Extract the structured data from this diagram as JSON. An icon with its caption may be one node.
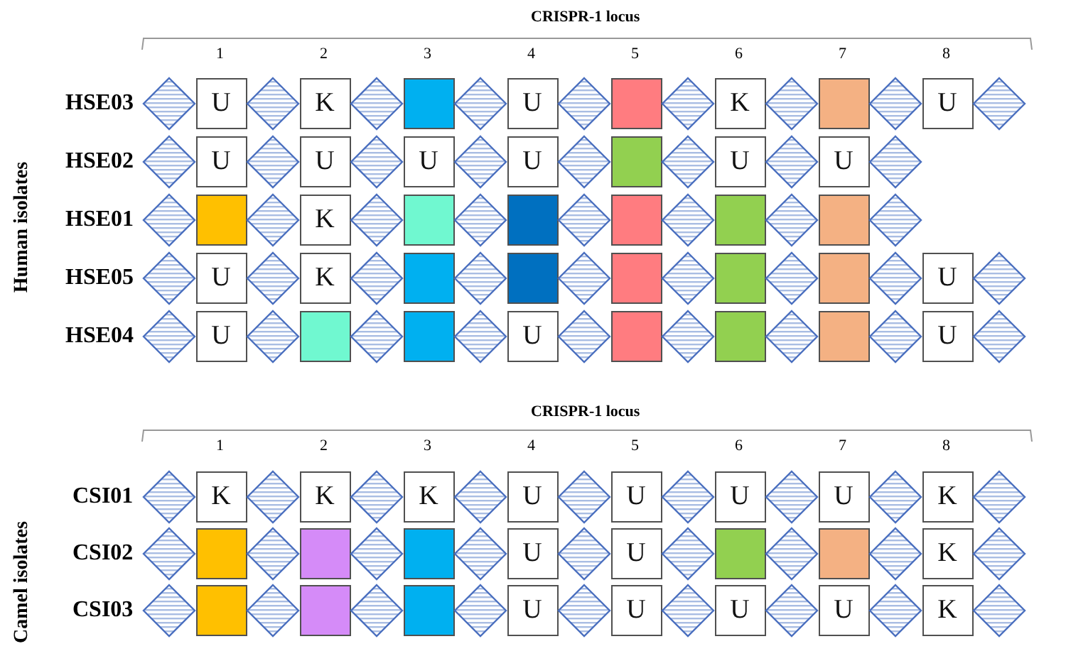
{
  "diagram": {
    "nodes": [
      {
        "text": [],
        "shape": "diamond"
      },
      {
        "text": [
          "U"
        ]
      },
      {
        "text": [],
        "shape": "diamond"
      },
      {
        "text": [
          "K"
        ]
      },
      {
        "text": [],
        "shape": "diamond"
      },
      {
        "text": [],
        "shape": "box"
      },
      {
        "text": [],
        "shape": "diamond"
      },
      {
        "text": [
          "U"
        ]
      },
      {
        "text": [],
        "shape": "diamond"
      },
      {
        "text": [],
        "shape": "box"
      },
      {
        "text": [],
        "shape": "diamond"
      },
      {
        "text": [
          "K"
        ]
      },
      {
        "text": [],
        "shape": "diamond"
      },
      {
        "text": [],
        "shape": "box"
      },
      {
        "text": [],
        "shape": "diamond"
      },
      {
        "text": [
          "U"
        ]
      },
      {
        "text": [],
        "shape": "diamond"
      },
      {
        "text": [],
        "shape": "diamond"
      },
      {
        "text": [
          "U"
        ]
      },
      {
        "text": [],
        "shape": "diamond"
      },
      {
        "text": [
          "U"
        ]
      },
      {
        "text": [],
        "shape": "diamond"
      },
      {
        "text": [
          "U"
        ]
      },
      {
        "text": [],
        "shape": "diamond"
      },
      {
        "text": [
          "U"
        ]
      },
      {
        "text": [],
        "shape": "diamond"
      },
      {
        "text": [],
        "shape": "box"
      },
      {
        "text": [],
        "shape": "diamond"
      },
      {
        "text": [
          "U"
        ]
      },
      {
        "text": [],
        "shape": "diamond"
      },
      {
        "text": [
          "U"
        ]
      },
      {
        "text": [],
        "shape": "diamond"
      },
      {
        "text": [],
        "shape": "diamond"
      },
      {
        "text": [],
        "shape": "box"
      },
      {
        "text": [],
        "shape": "diamond"
      },
      {
        "text": [
          "K"
        ]
      },
      {
        "text": [],
        "shape": "diamond"
      },
      {
        "text": [],
        "shape": "box"
      },
      {
        "text": [],
        "shape": "diamond"
      },
      {
        "text": [],
        "shape": "box"
      },
      {
        "text": [],
        "shape": "diamond"
      },
      {
        "text": [],
        "shape": "box"
      },
      {
        "text": [],
        "shape": "diamond"
      },
      {
        "text": [],
        "shape": "box"
      },
      {
        "text": [],
        "shape": "diamond"
      },
      {
        "text": [],
        "shape": "box"
      },
      {
        "text": [],
        "shape": "diamond"
      },
      {
        "text": [],
        "shape": "diamond"
      },
      {
        "text": [
          "U"
        ]
      },
      {
        "text": [],
        "shape": "diamond"
      },
      {
        "text": [
          "K"
        ]
      },
      {
        "text": [],
        "shape": "diamond"
      },
      {
        "text": [],
        "shape": "box"
      },
      {
        "text": [],
        "shape": "diamond"
      },
      {
        "text": [],
        "shape": "box"
      },
      {
        "text": [],
        "shape": "diamond"
      },
      {
        "text": [],
        "shape": "box"
      },
      {
        "text": [],
        "shape": "diamond"
      },
      {
        "text": [],
        "shape": "box"
      },
      {
        "text": [],
        "shape": "diamond"
      },
      {
        "text": [],
        "shape": "box"
      },
      {
        "text": [],
        "shape": "diamond"
      },
      {
        "text": [
          "U"
        ]
      },
      {
        "text": [],
        "shape": "diamond"
      },
      {
        "text": [],
        "shape": "diamond"
      },
      {
        "text": [
          "U"
        ]
      },
      {
        "text": [],
        "shape": "diamond"
      },
      {
        "text": [],
        "shape": "box"
      },
      {
        "text": [],
        "shape": "diamond"
      },
      {
        "text": [],
        "shape": "box"
      },
      {
        "text": [],
        "shape": "diamond"
      },
      {
        "text": [
          "U"
        ]
      },
      {
        "text": [],
        "shape": "diamond"
      },
      {
        "text": [],
        "shape": "box"
      },
      {
        "text": [],
        "shape": "diamond"
      },
      {
        "text": [],
        "shape": "box"
      },
      {
        "text": [],
        "shape": "diamond"
      },
      {
        "text": [],
        "shape": "box"
      },
      {
        "text": [],
        "shape": "diamond"
      },
      {
        "text": [
          "U"
        ]
      },
      {
        "text": [],
        "shape": "diamond"
      },
      {
        "text": [],
        "shape": "diamond"
      },
      {
        "text": [
          "K"
        ]
      },
      {
        "text": [],
        "shape": "diamond"
      },
      {
        "text": [
          "K"
        ]
      },
      {
        "text": [],
        "shape": "diamond"
      },
      {
        "text": [
          "K"
        ]
      },
      {
        "text": [],
        "shape": "diamond"
      },
      {
        "text": [
          "U"
        ]
      },
      {
        "text": [],
        "shape": "diamond"
      },
      {
        "text": [
          "U"
        ]
      },
      {
        "text": [],
        "shape": "diamond"
      },
      {
        "text": [
          "U"
        ]
      },
      {
        "text": [],
        "shape": "diamond"
      },
      {
        "text": [
          "U"
        ]
      },
      {
        "text": [],
        "shape": "diamond"
      },
      {
        "text": [
          "K"
        ]
      },
      {
        "text": [],
        "shape": "diamond"
      },
      {
        "text": [],
        "shape": "diamond"
      },
      {
        "text": [],
        "shape": "box"
      },
      {
        "text": [],
        "shape": "diamond"
      },
      {
        "text": [],
        "shape": "box"
      },
      {
        "text": [],
        "shape": "diamond"
      },
      {
        "text": [],
        "shape": "box"
      },
      {
        "text": [],
        "shape": "diamond"
      },
      {
        "text": [
          "U"
        ]
      },
      {
        "text": [],
        "shape": "diamond"
      },
      {
        "text": [
          "U"
        ]
      },
      {
        "text": [],
        "shape": "diamond"
      },
      {
        "text": [],
        "shape": "box"
      },
      {
        "text": [],
        "shape": "diamond"
      },
      {
        "text": [],
        "shape": "box"
      },
      {
        "text": [],
        "shape": "diamond"
      },
      {
        "text": [
          "K"
        ]
      },
      {
        "text": [],
        "shape": "diamond"
      },
      {
        "text": [],
        "shape": "diamond"
      },
      {
        "text": [],
        "shape": "box"
      },
      {
        "text": [],
        "shape": "diamond"
      },
      {
        "text": [],
        "shape": "box"
      },
      {
        "text": [],
        "shape": "diamond"
      },
      {
        "text": [],
        "shape": "box"
      },
      {
        "text": [],
        "shape": "diamond"
      },
      {
        "text": [
          "U"
        ]
      },
      {
        "text": [],
        "shape": "diamond"
      },
      {
        "text": [
          "U"
        ]
      },
      {
        "text": [],
        "shape": "diamond"
      },
      {
        "text": [
          "U"
        ]
      },
      {
        "text": [],
        "shape": "diamond"
      },
      {
        "text": [
          "U"
        ]
      },
      {
        "text": [],
        "shape": "diamond"
      },
      {
        "text": [
          "K"
        ]
      },
      {
        "text": [],
        "shape": "diamond"
      }
    ],
    "labels": [
      "CRISPR-1 locus",
      "1",
      "2",
      "3",
      "4",
      "5",
      "6",
      "7",
      "8",
      "HSE03",
      "HSE02",
      "HSE01",
      "HSE05",
      "HSE04",
      "Human isolates",
      "CRISPR-1 locus",
      "1",
      "2",
      "3",
      "4",
      "5",
      "6",
      "7",
      "8",
      "CSI01",
      "CSI02",
      "CSI03",
      "Camel isolates"
    ]
  }
}
